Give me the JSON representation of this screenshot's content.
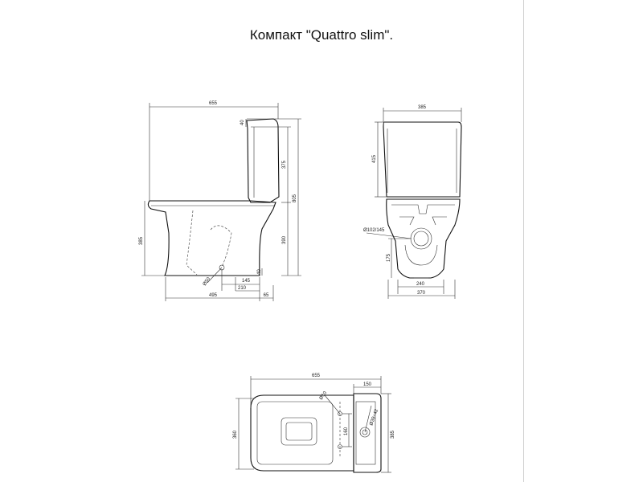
{
  "title": "Компакт \"Quattro slim\".",
  "colors": {
    "line": "#222222",
    "background": "#ffffff",
    "page_edge": "#cfcfcf"
  },
  "side_view": {
    "overall_length": "655",
    "cistern_top": "40",
    "cistern_height": "375",
    "total_height": "805",
    "bowl_height": "385",
    "outlet_height": "390",
    "outlet_offset_a": "145",
    "outlet_offset_b": "210",
    "base_length": "495",
    "back_offset": "65",
    "outlet_small": "40",
    "outlet_diameter": "Ø50"
  },
  "front_view": {
    "width": "385",
    "cistern_height": "415",
    "pipe_diameter": "Ø102/145",
    "outlet_height": "175",
    "base_inner": "240",
    "base_outer": "370"
  },
  "top_view": {
    "overall_length": "655",
    "cistern_depth": "150",
    "hole_diameter": "Ø10",
    "hole_spacing": "160",
    "inlet_diameter": "Ø39÷42",
    "left_width": "360",
    "right_width": "385"
  }
}
